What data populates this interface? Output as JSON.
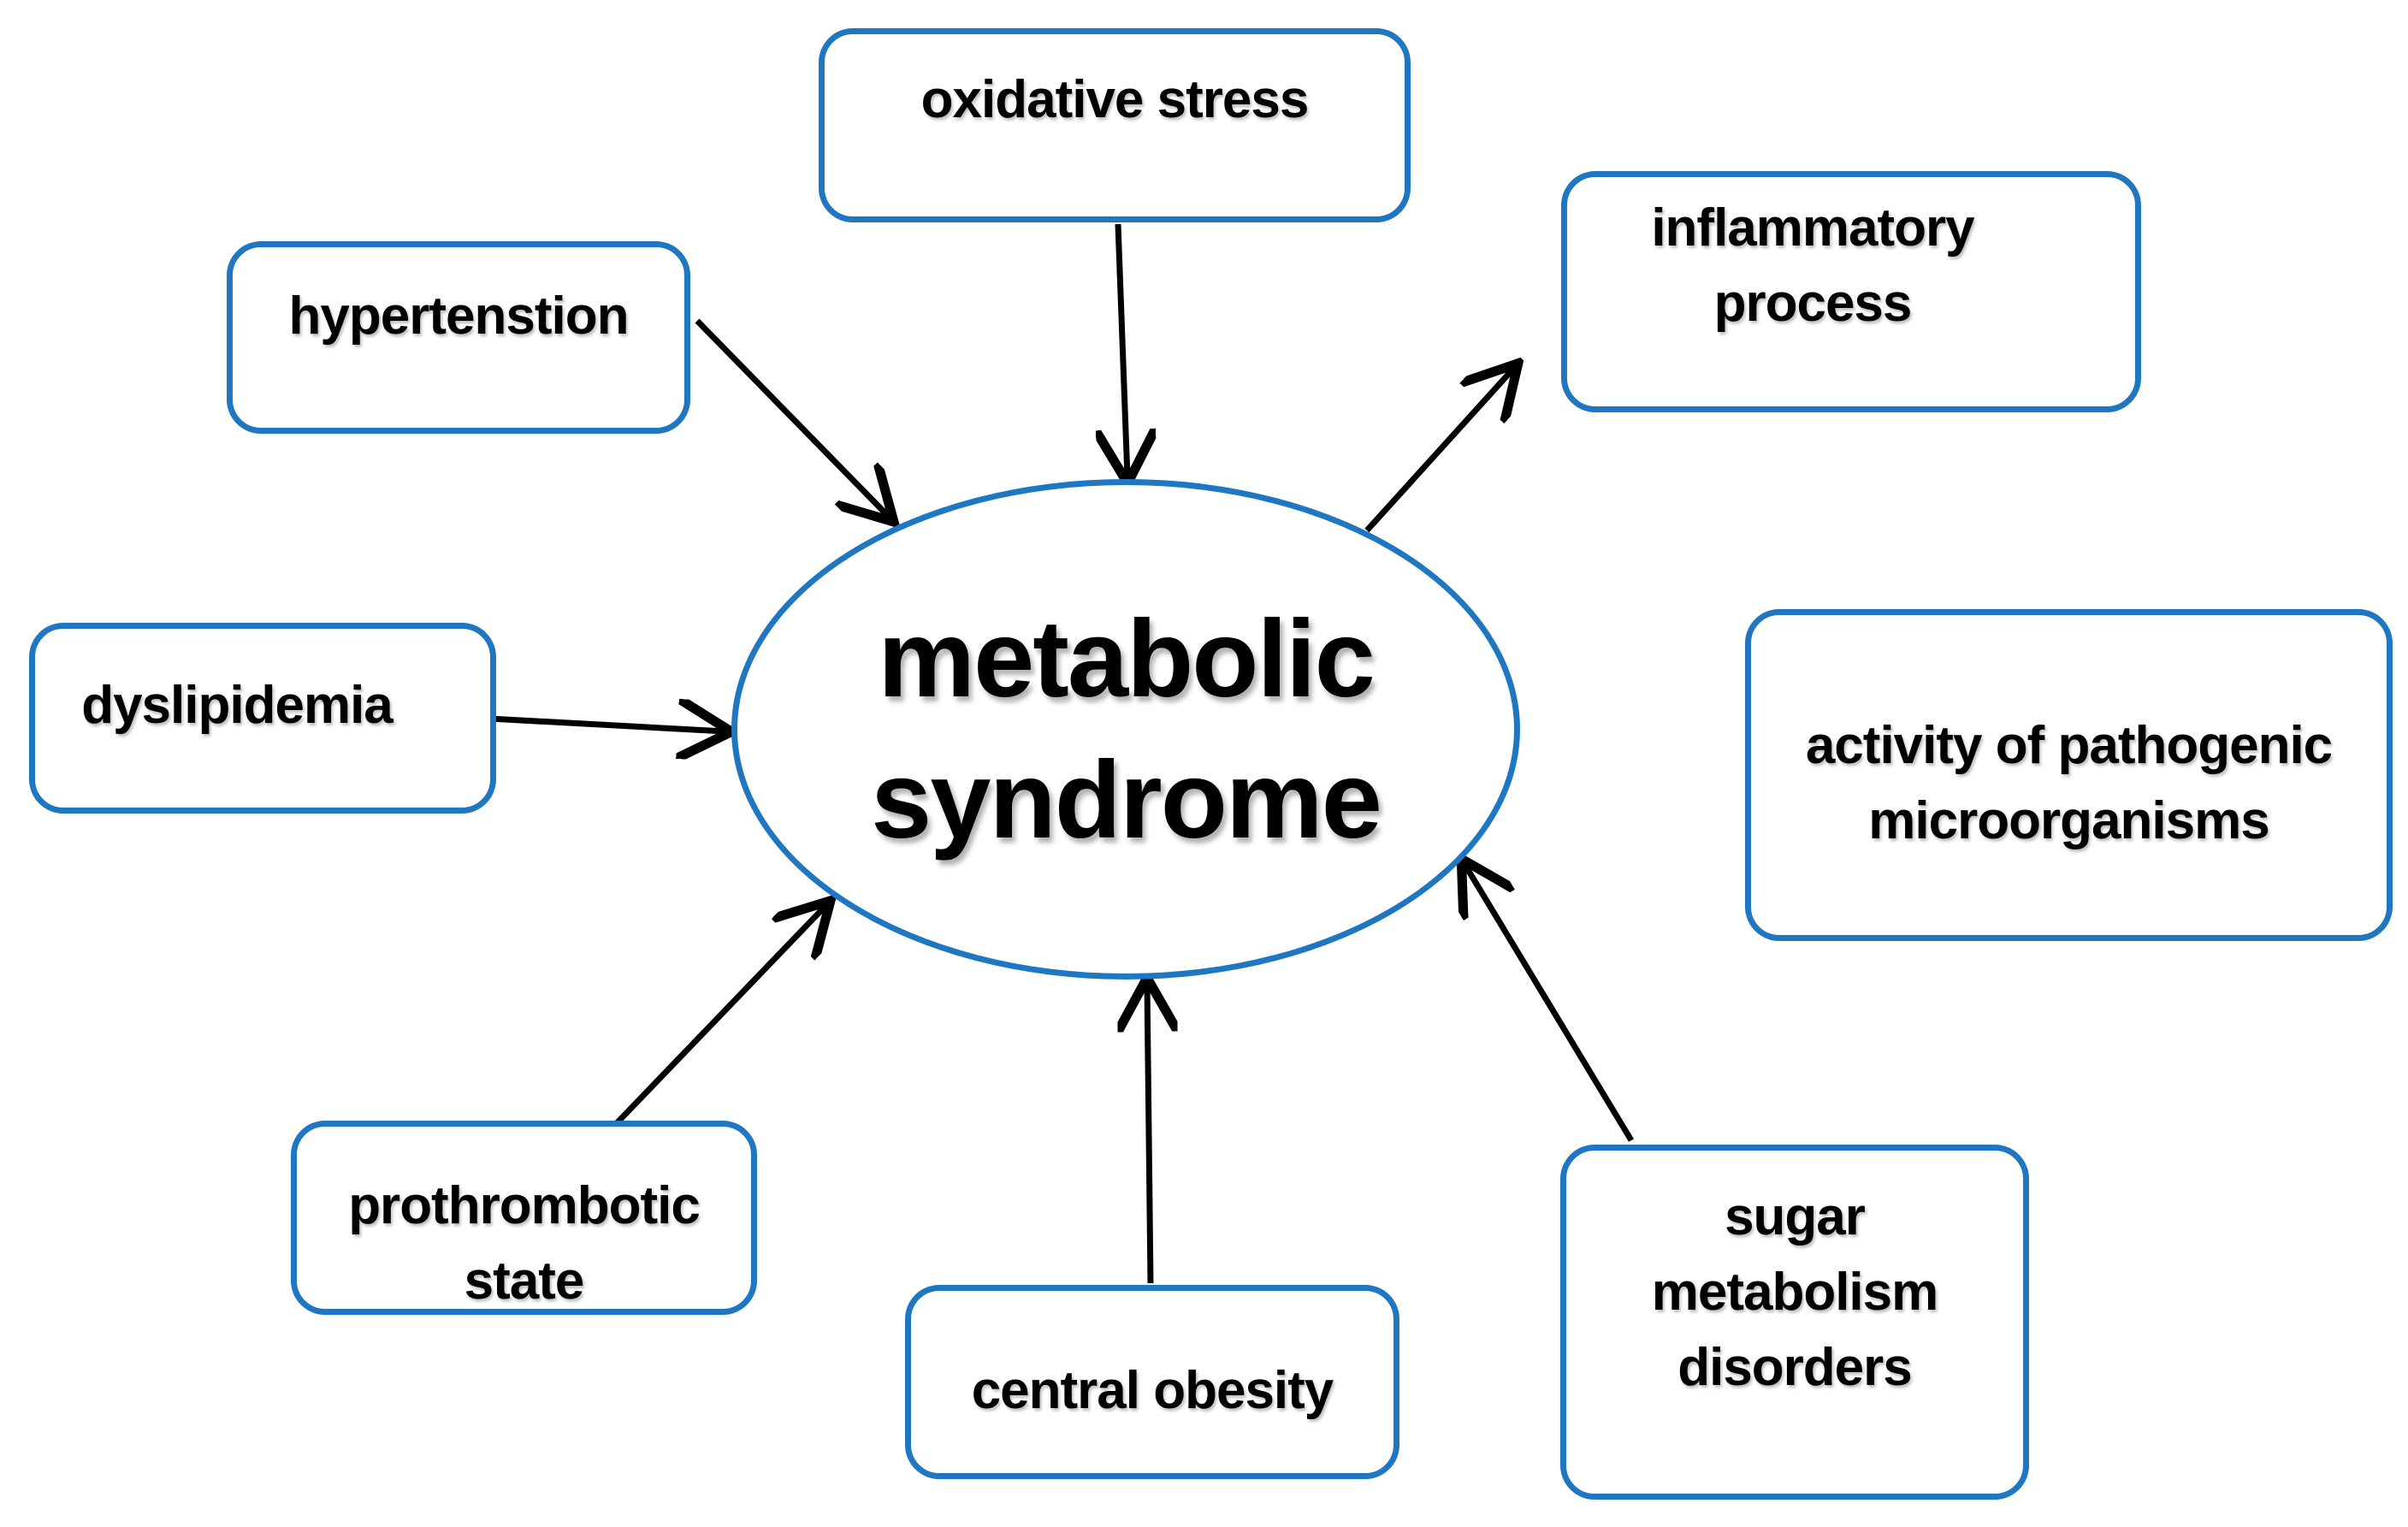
{
  "center": {
    "lines": [
      "metabolic",
      "syndrome"
    ]
  },
  "nodes": {
    "oxidative_stress": {
      "lines": [
        "oxidative stress"
      ]
    },
    "hypertension": {
      "lines": [
        "hypertenstion"
      ]
    },
    "inflammatory_process": {
      "lines": [
        "inflammatory",
        "process"
      ]
    },
    "dyslipidemia": {
      "lines": [
        "dyslipidemia"
      ]
    },
    "pathogenic_microorganisms": {
      "lines": [
        "activity of pathogenic",
        "microorganisms"
      ]
    },
    "prothrombotic_state": {
      "lines": [
        "prothrombotic",
        "state"
      ]
    },
    "central_obesity": {
      "lines": [
        "central obesity"
      ]
    },
    "sugar_metabolism": {
      "lines": [
        "sugar",
        "metabolism",
        "disorders"
      ]
    }
  },
  "colors": {
    "border": "#1f77c2",
    "arrow": "#000000",
    "text": "#000000"
  },
  "edges": [
    {
      "from": "oxidative_stress",
      "to": "metabolic_syndrome"
    },
    {
      "from": "hypertension",
      "to": "metabolic_syndrome"
    },
    {
      "from": "metabolic_syndrome",
      "to": "inflammatory_process"
    },
    {
      "from": "dyslipidemia",
      "to": "metabolic_syndrome"
    },
    {
      "from": "prothrombotic_state",
      "to": "metabolic_syndrome"
    },
    {
      "from": "central_obesity",
      "to": "metabolic_syndrome"
    },
    {
      "from": "sugar_metabolism",
      "to": "metabolic_syndrome"
    }
  ]
}
